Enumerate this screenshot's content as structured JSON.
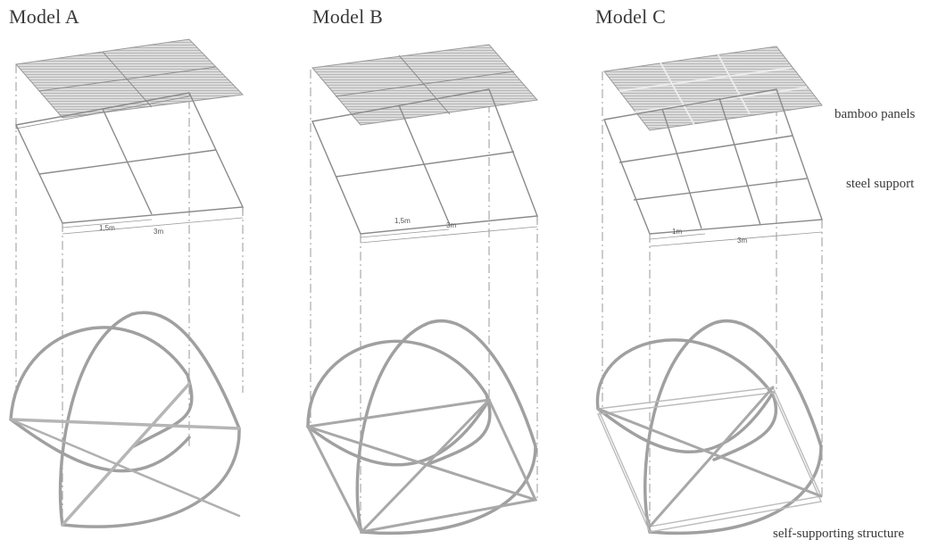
{
  "models": [
    {
      "title": "Model A",
      "dims": {
        "span_small": "1,5m",
        "span_full": "3m"
      }
    },
    {
      "title": "Model B",
      "dims": {
        "span_small": "1,5m",
        "span_full": "3m"
      }
    },
    {
      "title": "Model C",
      "dims": {
        "span_small": "1m",
        "span_full": "3m"
      }
    }
  ],
  "labels": {
    "bamboo": "bamboo panels",
    "steel": "steel support",
    "structure": "self-supporting structure"
  },
  "colors": {
    "line": "#8c8c8c",
    "panel_fill": "#d9d9d9",
    "hatch": "#a0a0a0",
    "arch": "#9a9a9a"
  }
}
